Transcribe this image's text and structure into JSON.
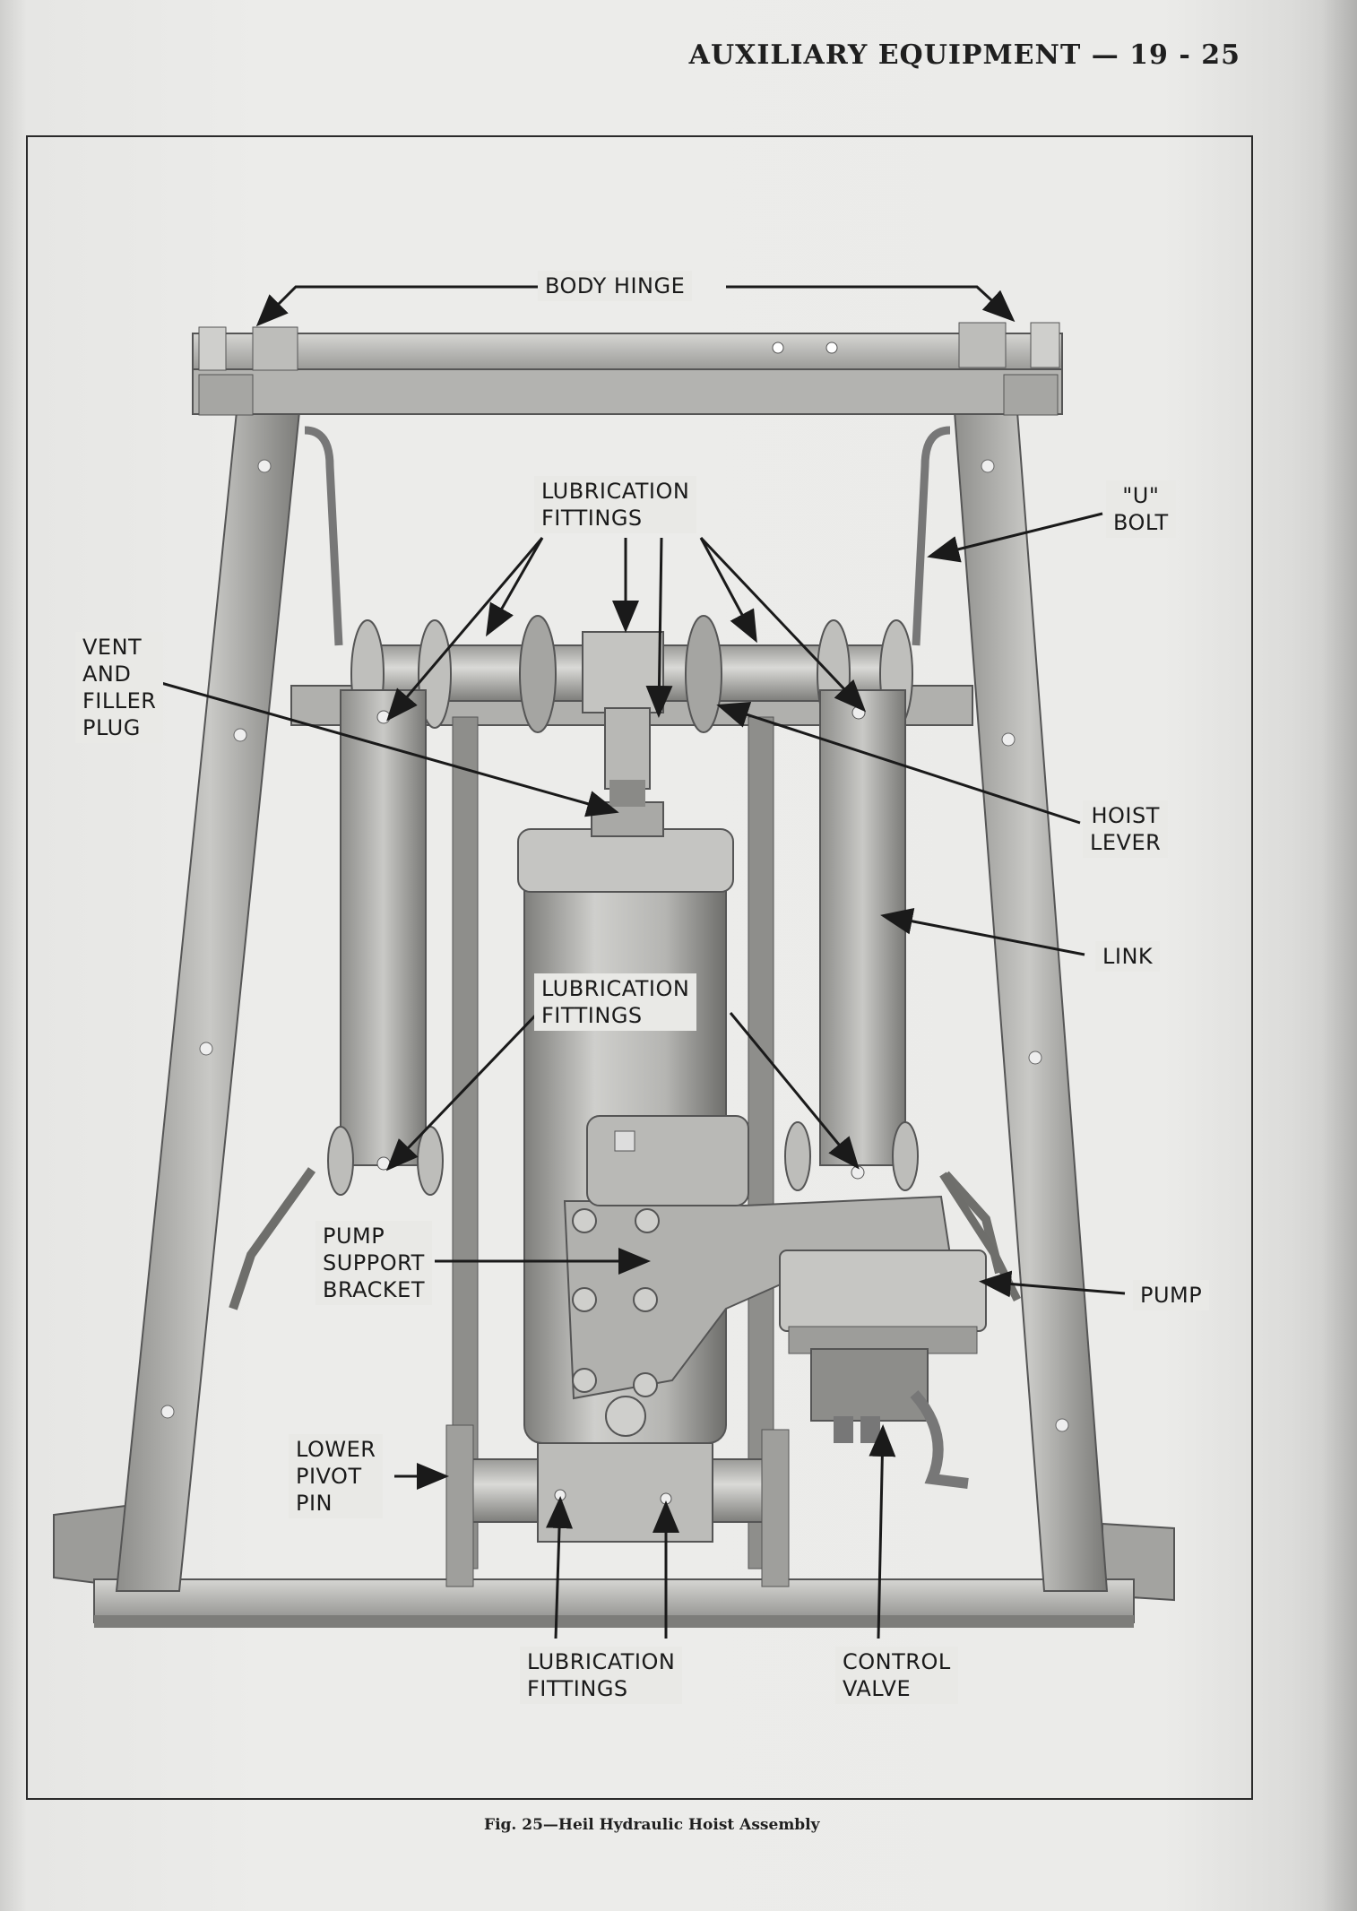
{
  "header": {
    "running_head": "AUXILIARY EQUIPMENT — 19 - 25"
  },
  "figure": {
    "labels": {
      "body_hinge": "BODY HINGE",
      "lube_top": [
        "LUBRICATION",
        "FITTINGS"
      ],
      "u_bolt": [
        "\"U\"",
        "BOLT"
      ],
      "vent_filler_plug": [
        "VENT",
        "AND",
        "FILLER",
        "PLUG"
      ],
      "hoist_lever": [
        "HOIST",
        "LEVER"
      ],
      "link": "LINK",
      "lube_middle": [
        "LUBRICATION",
        "FITTINGS"
      ],
      "pump_support_bracket": [
        "PUMP",
        "SUPPORT",
        "BRACKET"
      ],
      "pump": "PUMP",
      "lower_pivot_pin": [
        "LOWER",
        "PIVOT",
        "PIN"
      ],
      "lube_bottom": [
        "LUBRICATION",
        "FITTINGS"
      ],
      "control_valve": [
        "CONTROL",
        "VALVE"
      ]
    },
    "caption": "Fig. 25—Heil Hydraulic Hoist Assembly"
  },
  "colors": {
    "paper": "#ebebe9",
    "metal_light": "#cfcfcc",
    "metal_mid": "#a9a9a6",
    "metal_dark": "#6f6f6c",
    "ink": "#1a1a1a"
  }
}
